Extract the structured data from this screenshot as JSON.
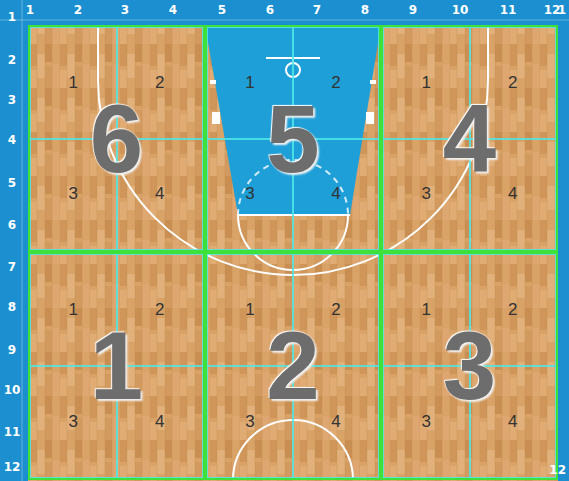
{
  "diagram": {
    "nodes": [
      {
        "text": [
          "6"
        ]
      },
      {
        "text": [
          "1"
        ],
        "in": 0
      },
      {
        "text": [
          "2"
        ],
        "in": 0
      },
      {
        "text": [
          "3"
        ],
        "in": 0
      },
      {
        "text": [
          "4"
        ],
        "in": 0
      },
      {
        "text": [
          "5"
        ]
      },
      {
        "text": [
          "1"
        ],
        "in": 5
      },
      {
        "text": [
          "2"
        ],
        "in": 5
      },
      {
        "text": [
          "3"
        ],
        "in": 5
      },
      {
        "text": [
          "4"
        ],
        "in": 5
      },
      {
        "text": [
          "4"
        ]
      },
      {
        "text": [
          "1"
        ],
        "in": 10
      },
      {
        "text": [
          "2"
        ],
        "in": 10
      },
      {
        "text": [
          "3"
        ],
        "in": 10
      },
      {
        "text": [
          "4"
        ],
        "in": 10
      },
      {
        "text": [
          "1"
        ]
      },
      {
        "text": [
          "1"
        ],
        "in": 15
      },
      {
        "text": [
          "2"
        ],
        "in": 15
      },
      {
        "text": [
          "3"
        ],
        "in": 15
      },
      {
        "text": [
          "4"
        ],
        "in": 15
      },
      {
        "text": [
          "2"
        ]
      },
      {
        "text": [
          "1"
        ],
        "in": 20
      },
      {
        "text": [
          "2"
        ],
        "in": 20
      },
      {
        "text": [
          "3"
        ],
        "in": 20
      },
      {
        "text": [
          "4"
        ],
        "in": 20
      },
      {
        "text": [
          "3"
        ]
      },
      {
        "text": [
          "1"
        ],
        "in": 25
      },
      {
        "text": [
          "2"
        ],
        "in": 25
      },
      {
        "text": [
          "3"
        ],
        "in": 25
      },
      {
        "text": [
          "4"
        ],
        "in": 25
      }
    ],
    "labels": [
      "1",
      "2",
      "3",
      "4",
      "5",
      "6",
      "7",
      "8",
      "9",
      "10",
      "11",
      "12",
      "1",
      "2",
      "3",
      "4",
      "5",
      "6",
      "7",
      "8",
      "9",
      "10",
      "11",
      "12",
      "1",
      "12"
    ]
  }
}
